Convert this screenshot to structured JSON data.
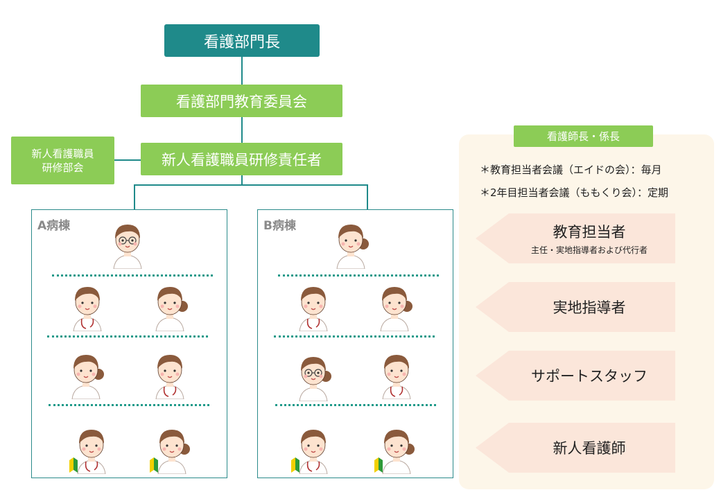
{
  "org": {
    "top": "看護部門長",
    "committee": "看護部門教育委員会",
    "responsible": "新人看護職員研修責任者",
    "subcommittee_line1": "新人看護職員",
    "subcommittee_line2": "研修部会"
  },
  "wards": [
    {
      "title": "A病棟"
    },
    {
      "title": "B病棟"
    }
  ],
  "panel": {
    "tag": "看護師長・係長",
    "notes": [
      "＊教育担当者会議（エイドの会）：毎月",
      "＊2年目担当者会議（ももくり会）：定期"
    ],
    "roles": [
      {
        "label": "教育担当者",
        "sub": "主任・実地指導者および代行者"
      },
      {
        "label": "実地指導者",
        "sub": ""
      },
      {
        "label": "サポートスタッフ",
        "sub": ""
      },
      {
        "label": "新人看護師",
        "sub": ""
      }
    ]
  },
  "colors": {
    "teal": "#1f8a8a",
    "green": "#8ccc56",
    "panel_bg": "#fdf6e9",
    "role_bg": "#fbe6da",
    "dots": "#1f9a8a"
  }
}
